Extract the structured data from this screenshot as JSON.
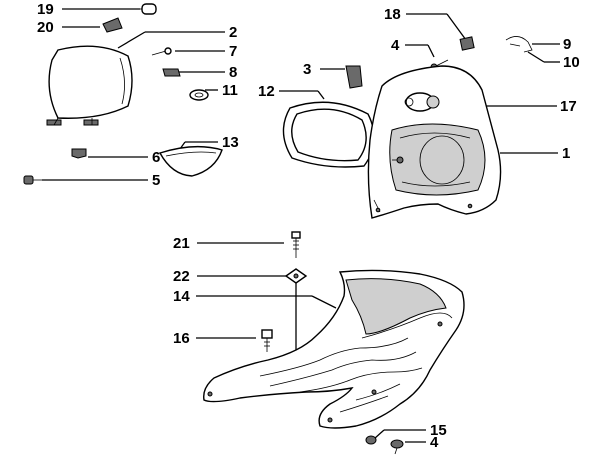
{
  "figure": {
    "callouts": [
      {
        "id": "c19",
        "text": "19"
      },
      {
        "id": "c20",
        "text": "20"
      },
      {
        "id": "c2",
        "text": "2"
      },
      {
        "id": "c7",
        "text": "7"
      },
      {
        "id": "c8",
        "text": "8"
      },
      {
        "id": "c11",
        "text": "11"
      },
      {
        "id": "c13",
        "text": "13"
      },
      {
        "id": "c6",
        "text": "6"
      },
      {
        "id": "c5",
        "text": "5"
      },
      {
        "id": "c3",
        "text": "3"
      },
      {
        "id": "c12",
        "text": "12"
      },
      {
        "id": "c18",
        "text": "18"
      },
      {
        "id": "c4a",
        "text": "4"
      },
      {
        "id": "c9",
        "text": "9"
      },
      {
        "id": "c10",
        "text": "10"
      },
      {
        "id": "c17",
        "text": "17"
      },
      {
        "id": "c1",
        "text": "1"
      },
      {
        "id": "c21",
        "text": "21"
      },
      {
        "id": "c22",
        "text": "22"
      },
      {
        "id": "c14",
        "text": "14"
      },
      {
        "id": "c16",
        "text": "16"
      },
      {
        "id": "c15",
        "text": "15"
      },
      {
        "id": "c4b",
        "text": "4"
      }
    ]
  }
}
